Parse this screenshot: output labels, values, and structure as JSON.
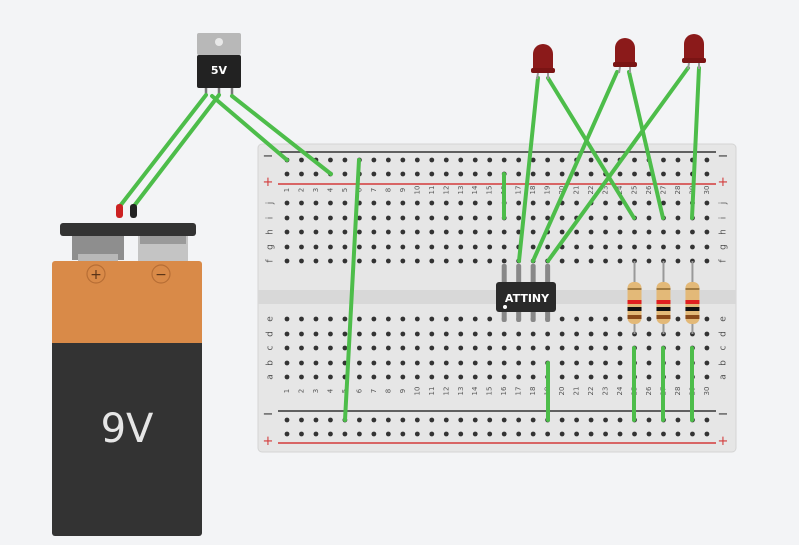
{
  "regulator": {
    "label": "5V"
  },
  "battery": {
    "label": "9V",
    "plus_symbol": "+",
    "minus_symbol": "−"
  },
  "chip": {
    "label": "ATTINY"
  },
  "breadboard": {
    "columns": 30,
    "rail_minus": "−",
    "rail_plus": "+",
    "rows_top": [
      "j",
      "i",
      "h",
      "g",
      "f"
    ],
    "rows_bottom": [
      "e",
      "d",
      "c",
      "b",
      "a"
    ]
  },
  "leds": [
    {
      "color": "red"
    },
    {
      "color": "red"
    },
    {
      "color": "red"
    }
  ],
  "resistors": [
    {
      "bands": [
        "red",
        "black",
        "brown"
      ]
    },
    {
      "bands": [
        "red",
        "black",
        "brown"
      ]
    },
    {
      "bands": [
        "red",
        "black",
        "brown"
      ]
    }
  ],
  "colors": {
    "wire": "#4dbd4a",
    "led": "#8b1a1a",
    "battery_top": "#d98a48",
    "battery_body": "#333333",
    "rail_red": "#d33a3a",
    "rail_dark": "#333333",
    "board": "#e4e4e4"
  }
}
